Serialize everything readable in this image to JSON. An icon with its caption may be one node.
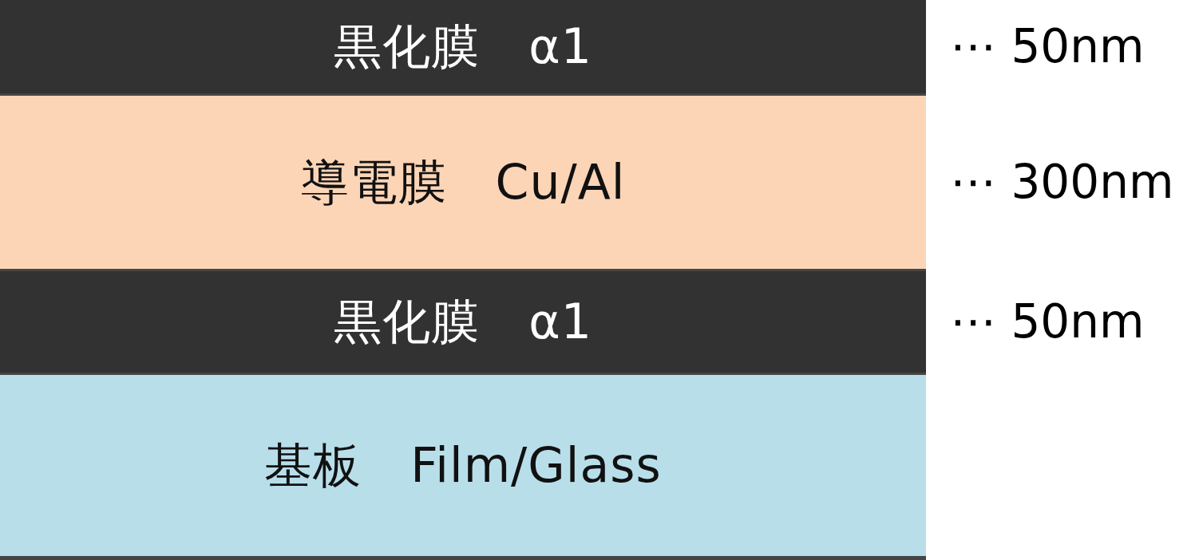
{
  "diagram": {
    "nodes": [
      {
        "text": [
          "黒化膜　α1"
        ],
        "beside": [
          "⋯ 50nm"
        ]
      },
      {
        "text": [
          "導電膜　Cu/Al"
        ],
        "beside": [
          "⋯ 300nm"
        ]
      },
      {
        "text": [
          "黒化膜　α1"
        ],
        "beside": [
          "⋯ 50nm"
        ]
      },
      {
        "text": [
          "基板　Film/Glass"
        ]
      }
    ]
  }
}
